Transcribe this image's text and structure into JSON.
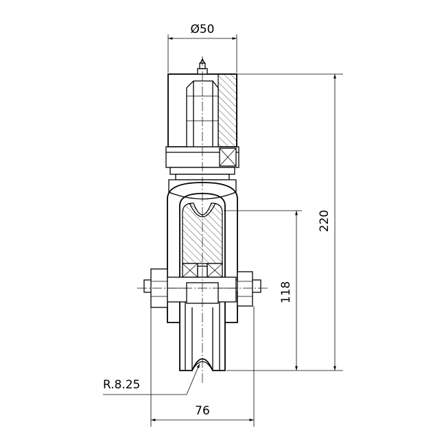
{
  "dimensions": {
    "diameter_label": "Ø50",
    "height_total_label": "220",
    "height_axle_label": "118",
    "width_label": "76",
    "radius_label": "R.8.25"
  }
}
